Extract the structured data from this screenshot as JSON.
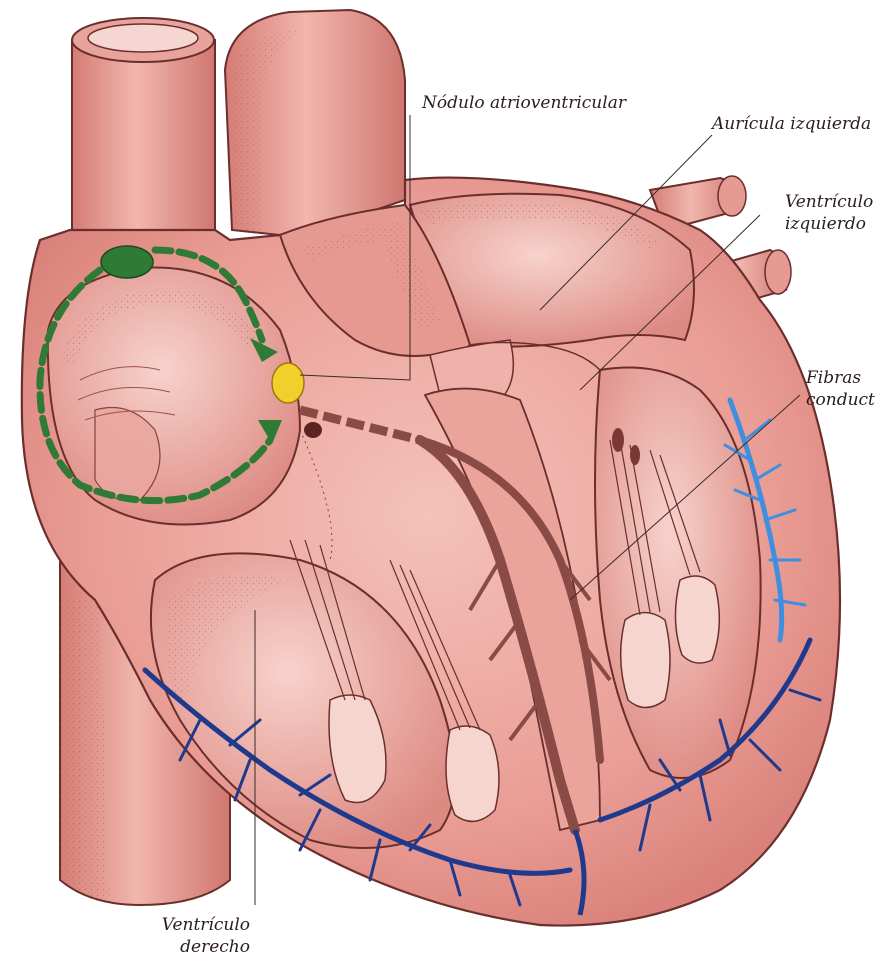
{
  "labels": {
    "av_node": "Nódulo atrioventricular",
    "left_atrium": "Aurícula izquierda",
    "left_ventricle_1": "Ventrículo",
    "left_ventricle_2": "izquierdo",
    "conduction_fibers_1": "Fibras",
    "conduction_fibers_2": "conduct",
    "right_ventricle_1": "Ventrículo",
    "right_ventricle_2": "derecho"
  },
  "colors": {
    "tissue": "#e9a19a",
    "tissue_light": "#f3c3bb",
    "tissue_dark": "#c7706a",
    "outline": "#6a2f2d",
    "sa_node": "#2f7a34",
    "av_node": "#f2cf2a",
    "pathway": "#2f7a34",
    "his_bundle": "#8a4a45",
    "purkinje_right": "#1f3a8c",
    "purkinje_left": "#2f6fd0",
    "purkinje_bright": "#3f8fe0"
  },
  "icons": {
    "sa_node": "sinoatrial-node-ellipse",
    "av_node": "atrioventricular-node-ellipse",
    "pathway": "dashed-arrow-pathway"
  }
}
